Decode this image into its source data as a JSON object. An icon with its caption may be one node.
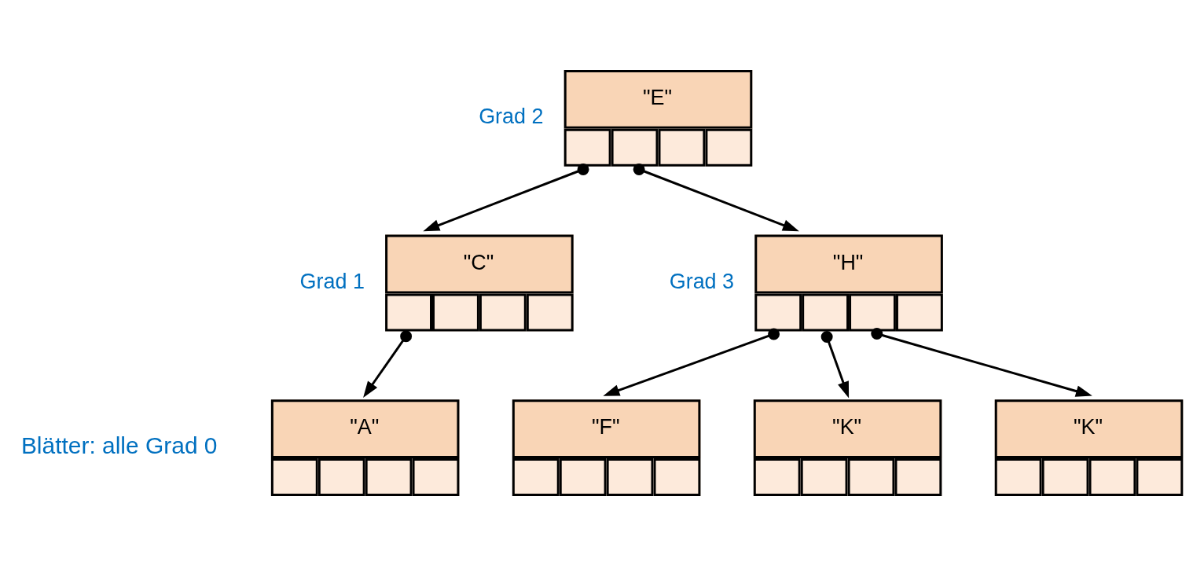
{
  "diagram": {
    "nodes": [
      {
        "text": [
          "\"E\""
        ],
        "beside": [
          "Grad 2"
        ]
      },
      {
        "text": [
          "\"C\""
        ],
        "beside": [
          "Grad 1"
        ]
      },
      {
        "text": [
          "\"H\""
        ],
        "beside": [
          "Grad 3"
        ]
      },
      {
        "text": [
          "\"A\""
        ]
      },
      {
        "text": [
          "\"F\""
        ]
      },
      {
        "text": [
          "\"K\""
        ]
      },
      {
        "text": [
          "\"K\""
        ]
      }
    ],
    "edges": [
      {
        "from": 0,
        "to": 1,
        "arrow": "to"
      },
      {
        "from": 0,
        "to": 2,
        "arrow": "to"
      },
      {
        "from": 1,
        "to": 3,
        "arrow": "to"
      },
      {
        "from": 2,
        "to": 4,
        "arrow": "to"
      },
      {
        "from": 2,
        "to": 5,
        "arrow": "to"
      },
      {
        "from": 2,
        "to": 6,
        "arrow": "to"
      }
    ],
    "labels": [
      "Blätter: alle Grad 0"
    ]
  }
}
